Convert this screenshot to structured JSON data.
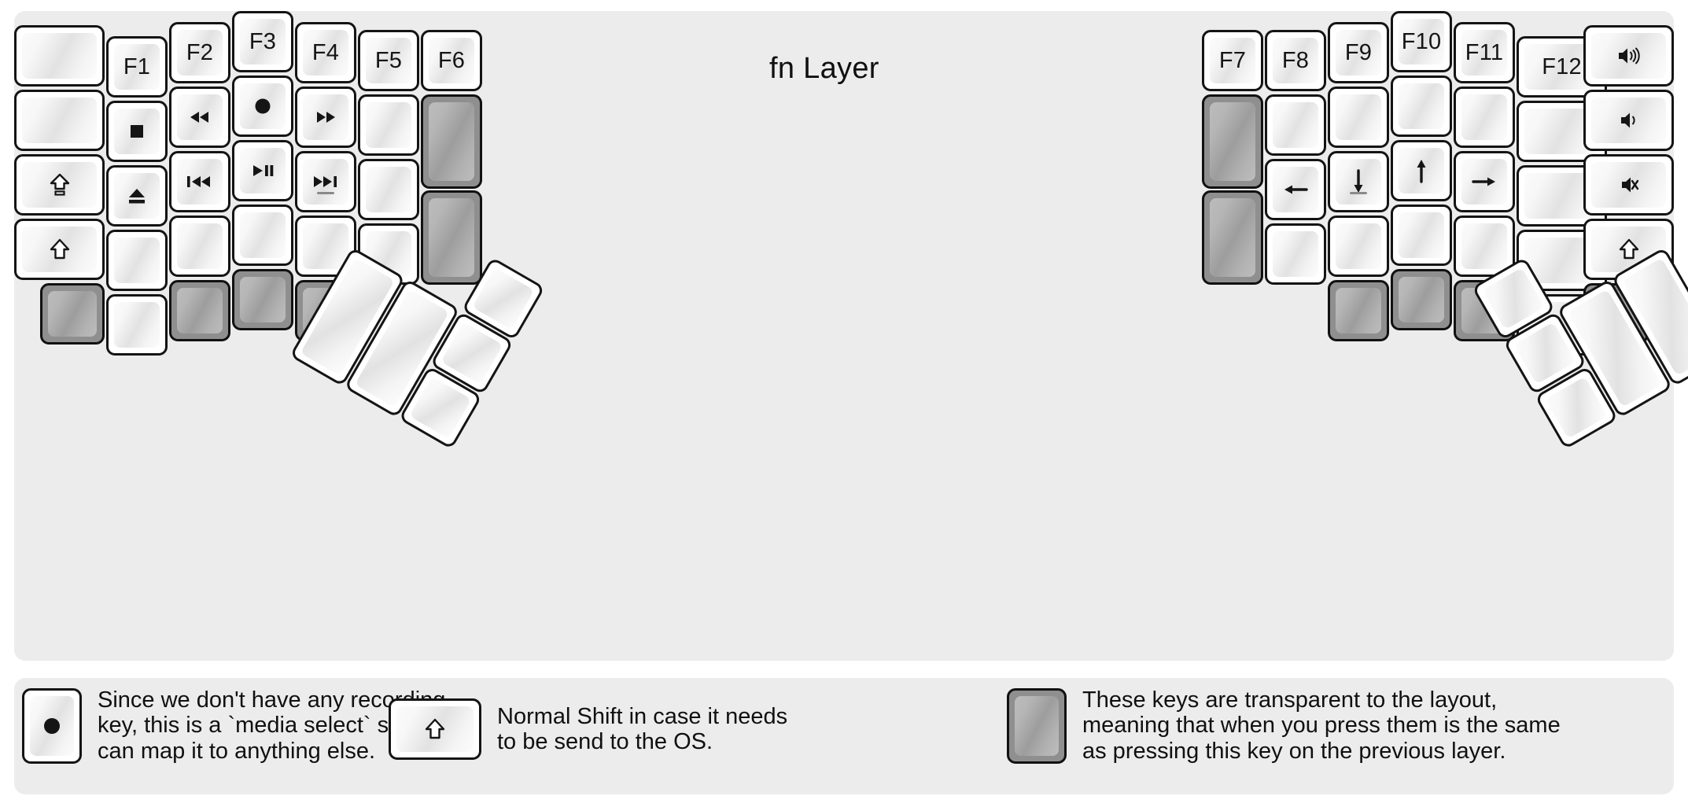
{
  "title": "fn Layer",
  "colors": {
    "panel_bg": "#ececec",
    "key_border": "#141414",
    "key_face_light": "#fbfbfb",
    "key_face_shade": "#e2e2e2",
    "transparent_key": "#8f8f8f",
    "glyph": "#151515"
  },
  "keyboard": {
    "name": "split-ergonomic-keyboard",
    "left_half": {
      "columns": [
        {
          "name": "col-outer-left",
          "keys": [
            {
              "label": "",
              "icon": "",
              "kind": "normal",
              "size": "1.5u"
            },
            {
              "label": "",
              "icon": "",
              "kind": "normal",
              "size": "1.5u"
            },
            {
              "label": "",
              "icon": "caps-lock-icon",
              "kind": "normal",
              "size": "1.5u"
            },
            {
              "label": "",
              "icon": "shift-up-icon",
              "kind": "normal",
              "size": "1.5u"
            },
            {
              "label": "",
              "icon": "",
              "kind": "transparent",
              "size": "1u"
            }
          ]
        },
        {
          "name": "col-pinky",
          "keys": [
            {
              "label": "F1",
              "icon": "",
              "kind": "normal",
              "size": "1u"
            },
            {
              "label": "",
              "icon": "media-stop-icon",
              "kind": "normal",
              "size": "1u"
            },
            {
              "label": "",
              "icon": "media-eject-icon",
              "kind": "normal",
              "size": "1u"
            },
            {
              "label": "",
              "icon": "",
              "kind": "normal",
              "size": "1u"
            },
            {
              "label": "",
              "icon": "",
              "kind": "normal",
              "size": "1u"
            }
          ]
        },
        {
          "name": "col-ring",
          "keys": [
            {
              "label": "F2",
              "icon": "",
              "kind": "normal",
              "size": "1u"
            },
            {
              "label": "",
              "icon": "media-rewind-icon",
              "kind": "normal",
              "size": "1u"
            },
            {
              "label": "",
              "icon": "media-prev-track-icon",
              "kind": "normal",
              "size": "1u"
            },
            {
              "label": "",
              "icon": "",
              "kind": "normal",
              "size": "1u"
            },
            {
              "label": "",
              "icon": "",
              "kind": "transparent",
              "size": "1u"
            }
          ]
        },
        {
          "name": "col-middle",
          "keys": [
            {
              "label": "F3",
              "icon": "",
              "kind": "normal",
              "size": "1u"
            },
            {
              "label": "",
              "icon": "media-record-icon",
              "kind": "normal",
              "size": "1u"
            },
            {
              "label": "",
              "icon": "media-play-pause-icon",
              "kind": "normal",
              "size": "1u"
            },
            {
              "label": "",
              "icon": "",
              "kind": "normal",
              "size": "1u"
            },
            {
              "label": "",
              "icon": "",
              "kind": "transparent",
              "size": "1u"
            }
          ]
        },
        {
          "name": "col-index",
          "keys": [
            {
              "label": "F4",
              "icon": "",
              "kind": "normal",
              "size": "1u"
            },
            {
              "label": "",
              "icon": "media-fast-forward-icon",
              "kind": "normal",
              "size": "1u"
            },
            {
              "label": "",
              "icon": "media-next-track-icon",
              "kind": "normal",
              "size": "1u",
              "homing": true
            },
            {
              "label": "",
              "icon": "",
              "kind": "normal",
              "size": "1u"
            },
            {
              "label": "",
              "icon": "",
              "kind": "transparent",
              "size": "1u"
            }
          ]
        },
        {
          "name": "col-inner",
          "keys": [
            {
              "label": "F5",
              "icon": "",
              "kind": "normal",
              "size": "1u"
            },
            {
              "label": "",
              "icon": "",
              "kind": "normal",
              "size": "1u"
            },
            {
              "label": "",
              "icon": "",
              "kind": "normal",
              "size": "1u"
            },
            {
              "label": "",
              "icon": "",
              "kind": "normal",
              "size": "1u"
            }
          ]
        },
        {
          "name": "col-innermost",
          "keys": [
            {
              "label": "F6",
              "icon": "",
              "kind": "normal",
              "size": "1u"
            },
            {
              "label": "",
              "icon": "",
              "kind": "transparent",
              "size": "1.5u"
            },
            {
              "label": "",
              "icon": "",
              "kind": "transparent",
              "size": "1.5u"
            }
          ]
        }
      ],
      "thumb_cluster": {
        "name": "left-thumb-cluster",
        "rotation_deg": 30,
        "keys": [
          {
            "label": "",
            "icon": "",
            "kind": "normal",
            "size": "2u"
          },
          {
            "label": "",
            "icon": "",
            "kind": "normal",
            "size": "2u"
          },
          {
            "label": "",
            "icon": "",
            "kind": "normal",
            "size": "1u"
          },
          {
            "label": "",
            "icon": "",
            "kind": "normal",
            "size": "1u"
          },
          {
            "label": "",
            "icon": "",
            "kind": "normal",
            "size": "1u"
          }
        ]
      }
    },
    "right_half": {
      "columns": [
        {
          "name": "col-inner-right",
          "keys": [
            {
              "label": "F7",
              "icon": "",
              "kind": "normal",
              "size": "1u"
            },
            {
              "label": "",
              "icon": "",
              "kind": "transparent",
              "size": "1.5u"
            },
            {
              "label": "",
              "icon": "",
              "kind": "transparent",
              "size": "1.5u"
            }
          ]
        },
        {
          "name": "col-index-right",
          "keys": [
            {
              "label": "F8",
              "icon": "",
              "kind": "normal",
              "size": "1u"
            },
            {
              "label": "",
              "icon": "",
              "kind": "normal",
              "size": "1u"
            },
            {
              "label": "",
              "icon": "arrow-left-icon",
              "kind": "normal",
              "size": "1u"
            },
            {
              "label": "",
              "icon": "",
              "kind": "normal",
              "size": "1u"
            }
          ]
        },
        {
          "name": "col-middle-right",
          "keys": [
            {
              "label": "F9",
              "icon": "",
              "kind": "normal",
              "size": "1u"
            },
            {
              "label": "",
              "icon": "",
              "kind": "normal",
              "size": "1u"
            },
            {
              "label": "",
              "icon": "arrow-down-icon",
              "kind": "normal",
              "size": "1u",
              "homing": true
            },
            {
              "label": "",
              "icon": "",
              "kind": "normal",
              "size": "1u"
            },
            {
              "label": "",
              "icon": "",
              "kind": "transparent",
              "size": "1u"
            }
          ]
        },
        {
          "name": "col-ring-right",
          "keys": [
            {
              "label": "F10",
              "icon": "",
              "kind": "normal",
              "size": "1u"
            },
            {
              "label": "",
              "icon": "",
              "kind": "normal",
              "size": "1u"
            },
            {
              "label": "",
              "icon": "arrow-up-icon",
              "kind": "normal",
              "size": "1u"
            },
            {
              "label": "",
              "icon": "",
              "kind": "normal",
              "size": "1u"
            },
            {
              "label": "",
              "icon": "",
              "kind": "transparent",
              "size": "1u"
            }
          ]
        },
        {
          "name": "col-pinky-right",
          "keys": [
            {
              "label": "F11",
              "icon": "",
              "kind": "normal",
              "size": "1u"
            },
            {
              "label": "",
              "icon": "",
              "kind": "normal",
              "size": "1u"
            },
            {
              "label": "",
              "icon": "arrow-right-icon",
              "kind": "normal",
              "size": "1u"
            },
            {
              "label": "",
              "icon": "",
              "kind": "normal",
              "size": "1u"
            },
            {
              "label": "",
              "icon": "",
              "kind": "transparent",
              "size": "1u"
            }
          ]
        },
        {
          "name": "col-outer-right-1",
          "keys": [
            {
              "label": "F12",
              "icon": "",
              "kind": "normal",
              "size": "1.5u"
            },
            {
              "label": "",
              "icon": "",
              "kind": "normal",
              "size": "1.5u"
            },
            {
              "label": "",
              "icon": "",
              "kind": "normal",
              "size": "1.5u"
            },
            {
              "label": "",
              "icon": "",
              "kind": "normal",
              "size": "1.5u"
            },
            {
              "label": "",
              "icon": "",
              "kind": "normal",
              "size": "1u"
            }
          ]
        },
        {
          "name": "col-outer-right-2",
          "keys": [
            {
              "label": "",
              "icon": "volume-up-icon",
              "kind": "normal",
              "size": "1.5u"
            },
            {
              "label": "",
              "icon": "volume-down-icon",
              "kind": "normal",
              "size": "1.5u"
            },
            {
              "label": "",
              "icon": "volume-mute-icon",
              "kind": "normal",
              "size": "1.5u"
            },
            {
              "label": "",
              "icon": "shift-up-icon",
              "kind": "normal",
              "size": "1.5u"
            },
            {
              "label": "",
              "icon": "",
              "kind": "transparent",
              "size": "1u"
            }
          ]
        }
      ],
      "thumb_cluster": {
        "name": "right-thumb-cluster",
        "rotation_deg": -30,
        "keys": [
          {
            "label": "",
            "icon": "",
            "kind": "normal",
            "size": "2u"
          },
          {
            "label": "",
            "icon": "",
            "kind": "normal",
            "size": "2u"
          },
          {
            "label": "",
            "icon": "",
            "kind": "normal",
            "size": "1u"
          },
          {
            "label": "",
            "icon": "",
            "kind": "normal",
            "size": "1u"
          },
          {
            "label": "",
            "icon": "",
            "kind": "normal",
            "size": "1u"
          }
        ]
      }
    }
  },
  "legend": {
    "items": [
      {
        "key_icon": "media-record-icon",
        "key_kind": "normal",
        "text": "Since we don't have any recording\nkey, this is a `media select` so user\ncan map it to anything else."
      },
      {
        "key_icon": "shift-up-icon",
        "key_kind": "normal",
        "text": "Normal Shift in case it needs\nto be send to the OS."
      },
      {
        "key_icon": "",
        "key_kind": "transparent",
        "text": "These keys are transparent to the layout,\nmeaning that when you press them is the same\nas pressing this key on the previous layer."
      }
    ]
  }
}
